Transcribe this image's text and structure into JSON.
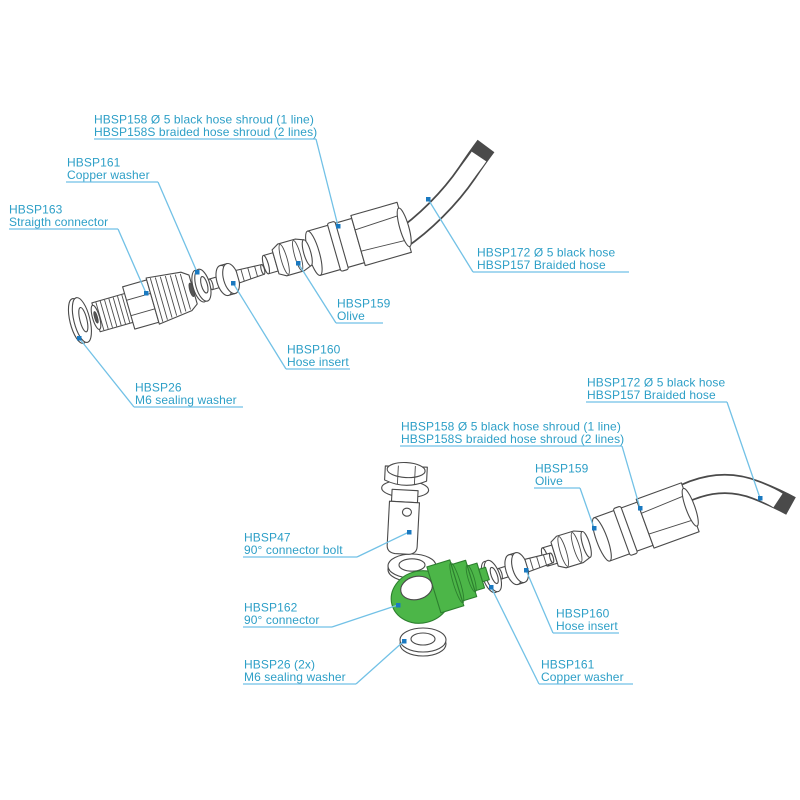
{
  "title": "Hose fittings exploded parts diagram",
  "colors": {
    "label_text": "#2d9fc7",
    "leader_line": "#72c1e6",
    "leader_dot": "#1a79c0",
    "highlight_part_green": "#4cb648",
    "drawing_outline": "#4a4a4a",
    "background": "#ffffff"
  },
  "labels": {
    "t_shroud": {
      "line1": "HBSP158 Ø 5 black hose shroud (1 line)",
      "line2": "HBSP158S braided hose shroud (2 lines)"
    },
    "t_copper": {
      "line1": "HBSP161",
      "line2": "Copper washer"
    },
    "t_straight": {
      "line1": "HBSP163",
      "line2": "Straigth connector"
    },
    "t_hose": {
      "line1": "HBSP172 Ø 5 black hose",
      "line2": "HBSP157 Braided hose"
    },
    "t_olive": {
      "line1": "HBSP159",
      "line2": "Olive"
    },
    "t_insert": {
      "line1": "HBSP160",
      "line2": "Hose insert"
    },
    "t_seal": {
      "line1": "HBSP26",
      "line2": "M6 sealing washer"
    },
    "b_hose": {
      "line1": "HBSP172 Ø 5 black hose",
      "line2": "HBSP157 Braided hose"
    },
    "b_shroud": {
      "line1": "HBSP158 Ø 5 black hose shroud (1 line)",
      "line2": "HBSP158S braided hose shroud (2 lines)"
    },
    "b_olive": {
      "line1": "HBSP159",
      "line2": "Olive"
    },
    "b_bolt": {
      "line1": "HBSP47",
      "line2": "90° connector bolt"
    },
    "b_connector": {
      "line1": "HBSP162",
      "line2": "90° connector"
    },
    "b_seal": {
      "line1": "HBSP26 (2x)",
      "line2": "M6 sealing washer"
    },
    "b_insert": {
      "line1": "HBSP160",
      "line2": "Hose insert"
    },
    "b_copper": {
      "line1": "HBSP161",
      "line2": "Copper washer"
    }
  }
}
